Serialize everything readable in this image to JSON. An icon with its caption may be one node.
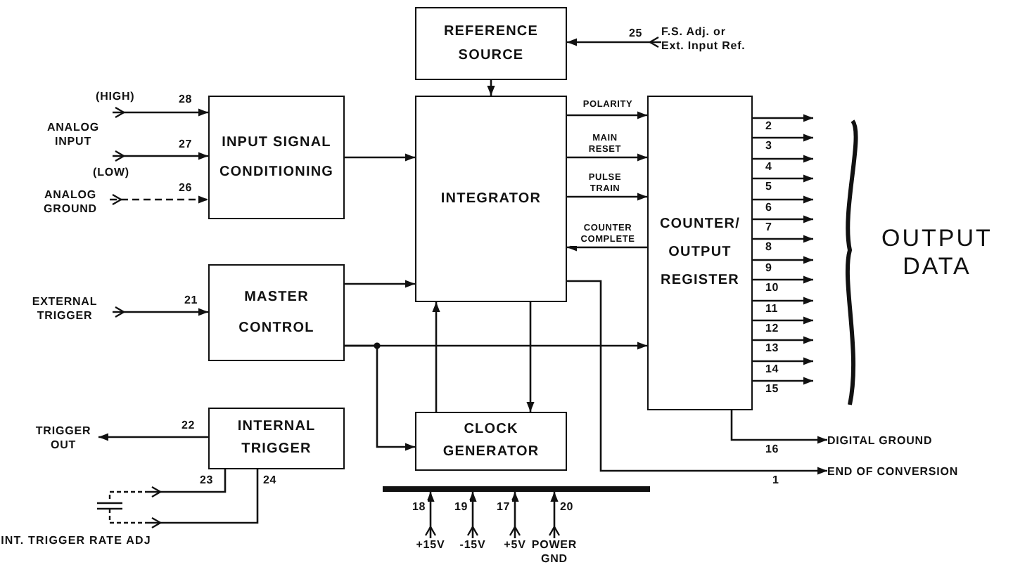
{
  "diagram": {
    "nodes": [
      {
        "text": [
          "REFERENCE SOURCE"
        ]
      },
      {
        "text": [
          "F.S. Adj. or Ext. Input Ref."
        ]
      },
      {
        "text": [
          "ANALOG INPUT"
        ]
      },
      {
        "text": [
          "ANALOG GROUND"
        ]
      },
      {
        "text": [
          "INPUT SIGNAL CONDITIONING"
        ]
      },
      {
        "text": [
          "INTEGRATOR"
        ]
      },
      {
        "text": [
          "COUNTER/ OUTPUT REGISTER"
        ]
      },
      {
        "text": [
          "EXTERNAL TRIGGER"
        ]
      },
      {
        "text": [
          "MASTER CONTROL"
        ]
      },
      {
        "text": [
          "TRIGGER OUT"
        ]
      },
      {
        "text": [
          "INTERNAL TRIGGER"
        ]
      },
      {
        "text": [],
        "shape": "capacitor",
        "beside": [
          "INT. TRIGGER RATE ADJ"
        ]
      },
      {
        "text": [
          "CLOCK GENERATOR"
        ]
      },
      {
        "text": [],
        "shape": "bar"
      },
      {
        "text": [
          "+15V"
        ]
      },
      {
        "text": [
          "-15V"
        ]
      },
      {
        "text": [
          "+5V"
        ]
      },
      {
        "text": [
          "POWER GND"
        ]
      },
      {
        "text": [
          "DIGITAL GROUND"
        ]
      },
      {
        "text": [
          "END OF CONVERSION"
        ]
      }
    ],
    "edges": [
      {
        "from": 1,
        "to": 0,
        "arrow": "to",
        "label": "25"
      },
      {
        "from": 2,
        "to": 4,
        "arrow": "to",
        "label": "28"
      },
      {
        "from": 2,
        "to": 4,
        "arrow": "to",
        "label": "27"
      },
      {
        "from": 3,
        "to": 4,
        "arrow": "to",
        "label": "26",
        "style": "dashed"
      },
      {
        "from": 0,
        "to": 5,
        "arrow": "to"
      },
      {
        "from": 4,
        "to": 5,
        "arrow": "to"
      },
      {
        "from": 5,
        "to": 6,
        "arrow": "to",
        "label": "POLARITY"
      },
      {
        "from": 5,
        "to": 6,
        "arrow": "to",
        "label": "MAIN RESET"
      },
      {
        "from": 5,
        "to": 6,
        "arrow": "to",
        "label": "PULSE TRAIN"
      },
      {
        "from": 6,
        "to": 5,
        "arrow": "to",
        "label": "COUNTER COMPLETE"
      },
      {
        "from": 7,
        "to": 8,
        "arrow": "to",
        "label": "21"
      },
      {
        "from": 8,
        "to": 5,
        "arrow": "to"
      },
      {
        "from": 8,
        "to": 6,
        "arrow": "to"
      },
      {
        "from": 8,
        "to": 12,
        "arrow": "to"
      },
      {
        "from": 12,
        "to": 5,
        "arrow": "to"
      },
      {
        "from": 5,
        "to": 12,
        "arrow": "to"
      },
      {
        "from": 5,
        "to": 19,
        "arrow": "to",
        "label": "1"
      },
      {
        "from": 6,
        "to": 18,
        "arrow": "to",
        "label": "16"
      },
      {
        "from": 6,
        "to": null,
        "arrow": "to",
        "label": "2"
      },
      {
        "from": 6,
        "to": null,
        "arrow": "to",
        "label": "3"
      },
      {
        "from": 6,
        "to": null,
        "arrow": "to",
        "label": "4"
      },
      {
        "from": 6,
        "to": null,
        "arrow": "to",
        "label": "5"
      },
      {
        "from": 6,
        "to": null,
        "arrow": "to",
        "label": "6"
      },
      {
        "from": 6,
        "to": null,
        "arrow": "to",
        "label": "7"
      },
      {
        "from": 6,
        "to": null,
        "arrow": "to",
        "label": "8"
      },
      {
        "from": 6,
        "to": null,
        "arrow": "to",
        "label": "9"
      },
      {
        "from": 6,
        "to": null,
        "arrow": "to",
        "label": "10"
      },
      {
        "from": 6,
        "to": null,
        "arrow": "to",
        "label": "11"
      },
      {
        "from": 6,
        "to": null,
        "arrow": "to",
        "label": "12"
      },
      {
        "from": 6,
        "to": null,
        "arrow": "to",
        "label": "13"
      },
      {
        "from": 6,
        "to": null,
        "arrow": "to",
        "label": "14"
      },
      {
        "from": 6,
        "to": null,
        "arrow": "to",
        "label": "15"
      },
      {
        "from": 10,
        "to": 9,
        "arrow": "to",
        "label": "22"
      },
      {
        "from": 10,
        "to": 11,
        "arrow": "other",
        "label": "23"
      },
      {
        "from": 10,
        "to": 11,
        "arrow": "other",
        "label": "24"
      },
      {
        "from": 14,
        "to": 13,
        "arrow": "to",
        "label": "18"
      },
      {
        "from": 15,
        "to": 13,
        "arrow": "to",
        "label": "19"
      },
      {
        "from": 16,
        "to": 13,
        "arrow": "to",
        "label": "17"
      },
      {
        "from": 17,
        "to": 13,
        "arrow": "to",
        "label": "20"
      }
    ],
    "labels": [
      "(HIGH)",
      "(LOW)",
      "OUTPUT DATA"
    ]
  }
}
